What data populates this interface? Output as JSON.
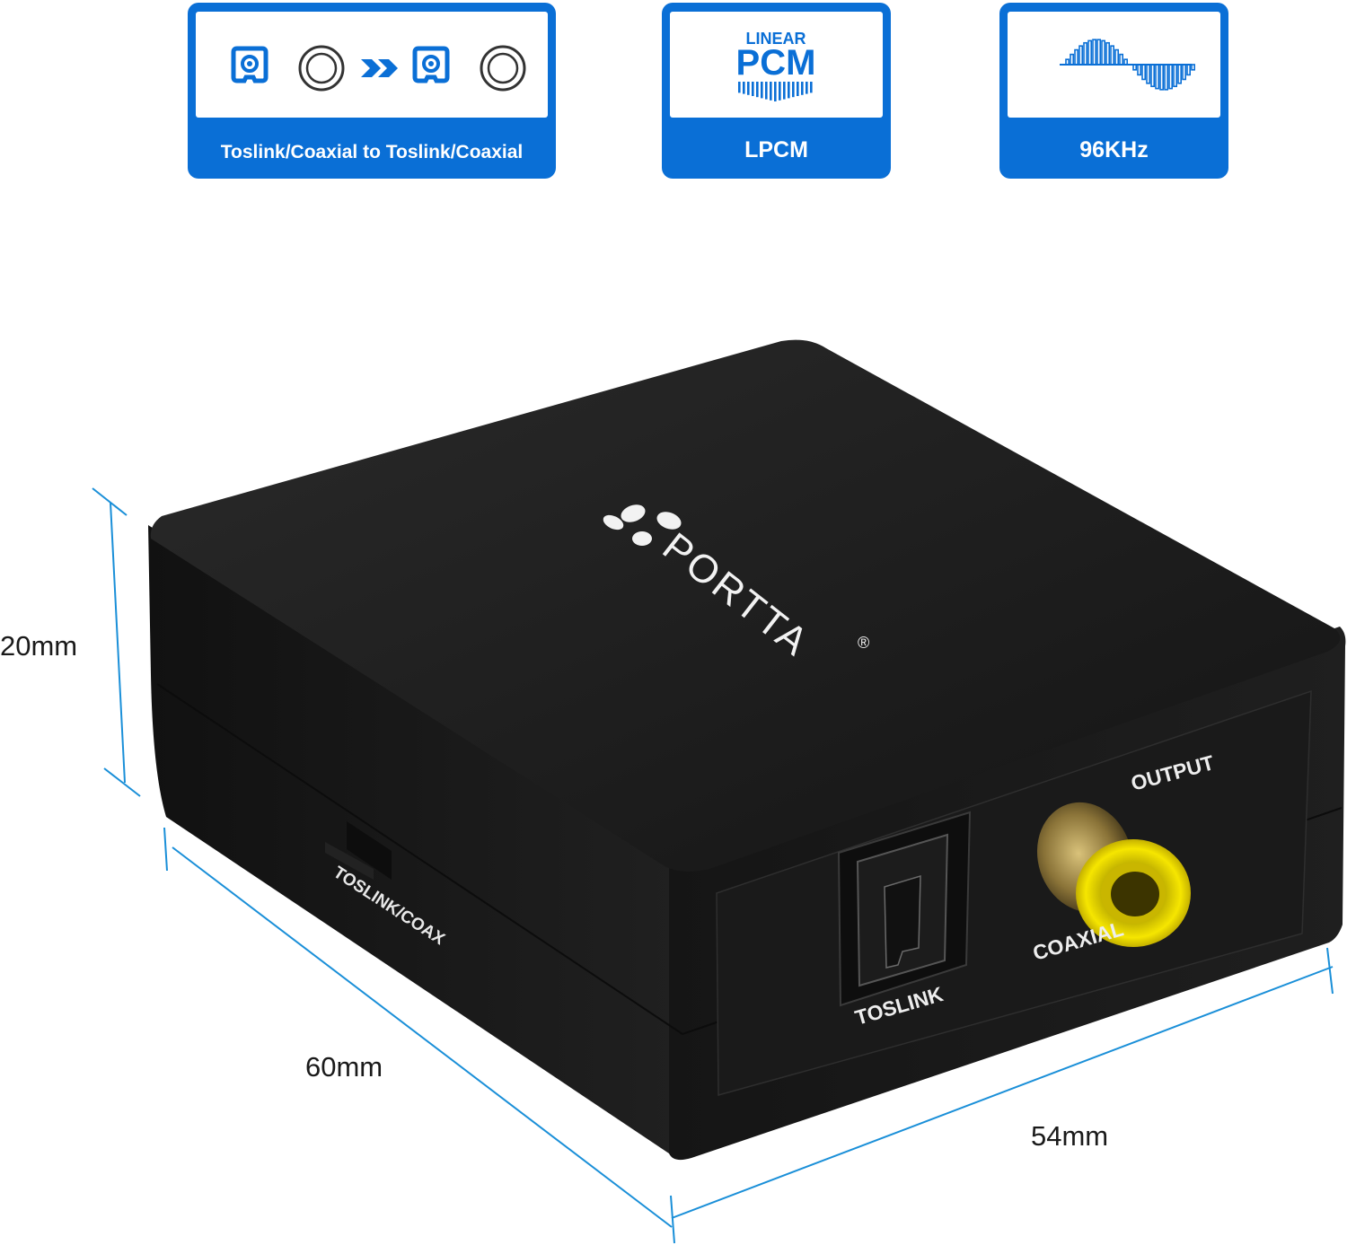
{
  "colors": {
    "accent": "#0a6fd6",
    "dimension_line": "#1a8fd8",
    "device_body": "#1b1b1b",
    "rca_ring": "#e9d800"
  },
  "badges": [
    {
      "icon": "toslink-coaxial-conversion-icon",
      "label": "Toslink/Coaxial to Toslink/Coaxial"
    },
    {
      "icon": "linear-pcm-icon",
      "icon_text_top": "LINEAR",
      "icon_text_main": "PCM",
      "label": "LPCM"
    },
    {
      "icon": "waveform-icon",
      "label": "96KHz"
    }
  ],
  "device": {
    "brand": "PORTTA",
    "registered_mark": "®",
    "switch_label": "TOSLINK/COAX",
    "output_label": "OUTPUT",
    "toslink_label": "TOSLINK",
    "coaxial_label": "COAXIAL"
  },
  "dimensions": {
    "height": "20mm",
    "depth": "60mm",
    "width": "54mm"
  }
}
